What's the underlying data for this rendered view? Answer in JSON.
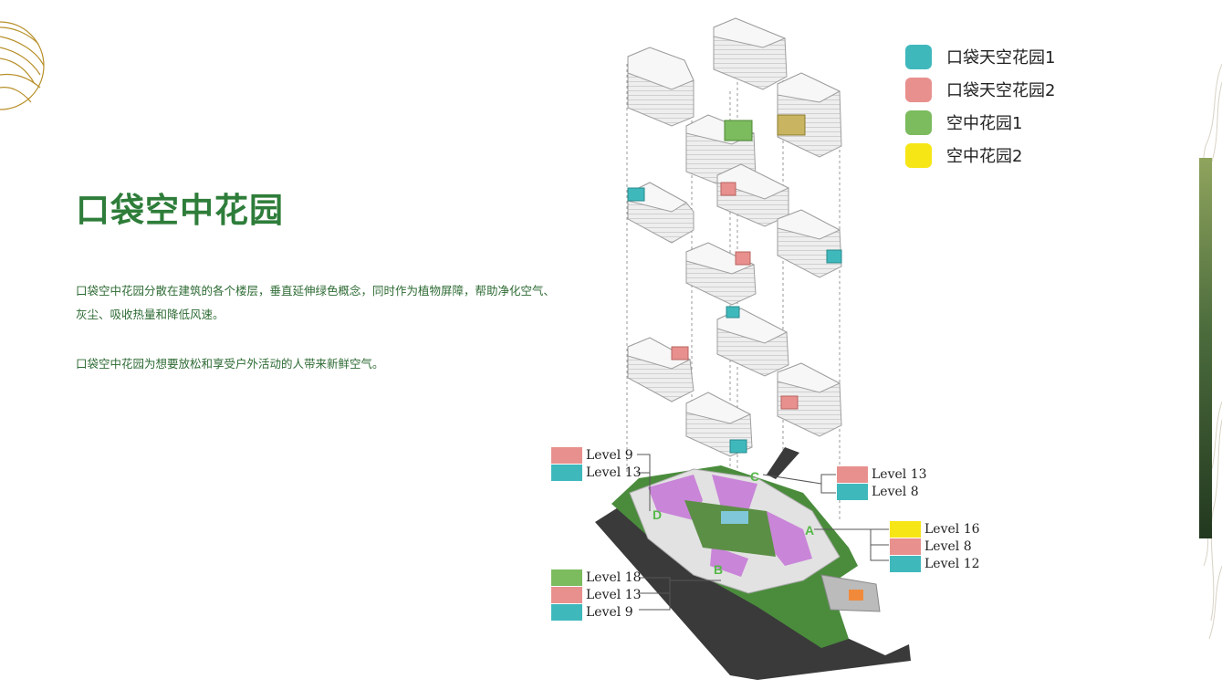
{
  "title": "口袋空中花园",
  "paragraphs": [
    "口袋空中花园分散在建筑的各个楼层，垂直延伸绿色概念，同时作为植物屏障，帮助净化空气、灰尘、吸收热量和降低风速。",
    "口袋空中花园为想要放松和享受户外活动的人带来新鲜空气。"
  ],
  "legend": [
    {
      "label": "口袋天空花园1",
      "color": "#3fb8bc"
    },
    {
      "label": "口袋天空花园2",
      "color": "#e8908e"
    },
    {
      "label": "空中花园1",
      "color": "#7cbb5e"
    },
    {
      "label": "空中花园2",
      "color": "#f7e616"
    }
  ],
  "level_callouts": {
    "top_left": [
      {
        "label": "Level 9",
        "color": "#e8908e"
      },
      {
        "label": "Level 13",
        "color": "#3fb8bc"
      }
    ],
    "top_right": [
      {
        "label": "Level 13",
        "color": "#e8908e"
      },
      {
        "label": "Level 8",
        "color": "#3fb8bc"
      }
    ],
    "right": [
      {
        "label": "Level 16",
        "color": "#f7e616"
      },
      {
        "label": "Level 8",
        "color": "#e8908e"
      },
      {
        "label": "Level 12",
        "color": "#3fb8bc"
      }
    ],
    "bottom_left": [
      {
        "label": "Level 18",
        "color": "#7cbb5e"
      },
      {
        "label": "Level 13",
        "color": "#e8908e"
      },
      {
        "label": "Level 9",
        "color": "#3fb8bc"
      }
    ]
  },
  "building_labels": {
    "a": "A",
    "b": "B",
    "c": "C",
    "d": "D"
  },
  "colors": {
    "accent_green": "#2e7d3a",
    "gold": "#b8902a"
  }
}
